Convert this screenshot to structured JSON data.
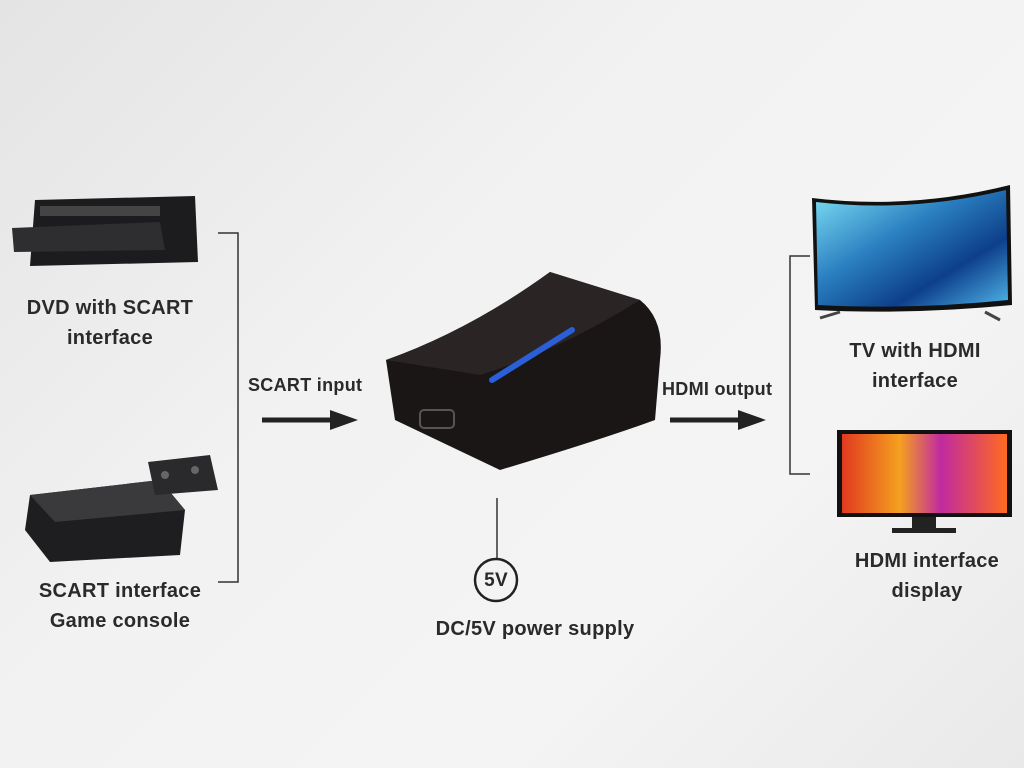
{
  "inputs": [
    {
      "icon": "dvd-player-icon",
      "label_line1": "DVD with SCART",
      "label_line2": "interface"
    },
    {
      "icon": "game-console-icon",
      "label_line1": "SCART interface",
      "label_line2": "Game console"
    }
  ],
  "input_arrow_label": "SCART input",
  "converter": {
    "icon": "scart-to-hdmi-converter-icon",
    "accent_color": "#2a5fd8"
  },
  "power": {
    "badge": "5V",
    "label": "DC/5V power supply"
  },
  "output_arrow_label": "HDMI output",
  "outputs": [
    {
      "icon": "tv-icon",
      "label_line1": "TV with HDMI",
      "label_line2": "interface"
    },
    {
      "icon": "monitor-icon",
      "label_line1": "HDMI interface",
      "label_line2": "display"
    }
  ]
}
